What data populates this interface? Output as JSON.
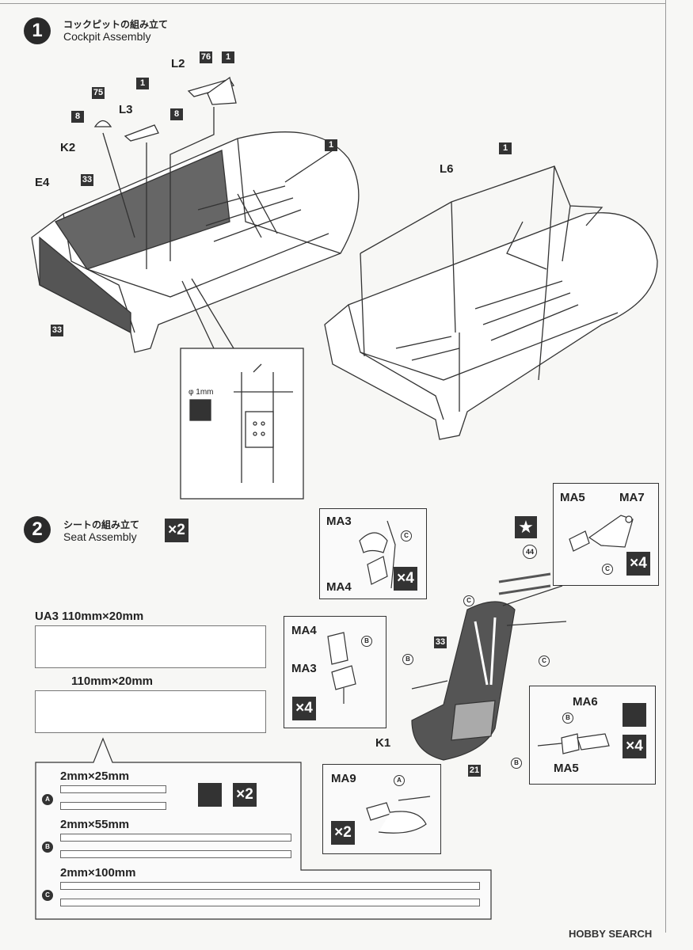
{
  "step1": {
    "number": "1",
    "title_jp": "コックピットの組み立て",
    "title_en": "Cockpit Assembly",
    "parts": {
      "L2": "L2",
      "L3": "L3",
      "K2": "K2",
      "E4": "E4",
      "L6": "L6"
    },
    "badges": {
      "b76": "76",
      "b1a": "1",
      "b1b": "1",
      "b75": "75",
      "b8a": "8",
      "b8b": "8",
      "b33a": "33",
      "b33b": "33",
      "b1c": "1",
      "b1d": "1"
    },
    "drill_label": "φ 1mm"
  },
  "step2": {
    "number": "2",
    "title_jp": "シートの組み立て",
    "title_en": "Seat Assembly",
    "qty": "×2",
    "panel_a": {
      "top": "MA3",
      "bottom": "MA4",
      "mark": "C",
      "qty": "×4"
    },
    "panel_b": {
      "top": "MA5",
      "right": "MA7",
      "mark": "C",
      "qty": "×4"
    },
    "panel_c": {
      "top": "MA4",
      "mid": "MA3",
      "mark": "B",
      "qty": "×4"
    },
    "panel_d": {
      "top": "MA6",
      "bottom": "MA5",
      "mark": "B",
      "qty": "×4"
    },
    "panel_e": {
      "top": "MA9",
      "mark": "A",
      "qty": "×2"
    },
    "seat": {
      "k1": "K1",
      "b33": "33",
      "b21": "21",
      "b44": "44",
      "c1": "C",
      "c2": "C",
      "b1": "B",
      "b2": "B"
    },
    "tape_ua3": "UA3  110mm×20mm",
    "tape_2": "110mm×20mm",
    "strip_a": {
      "dim": "2mm×25mm",
      "mark": "A",
      "qty": "×2"
    },
    "strip_b": {
      "dim": "2mm×55mm",
      "mark": "B"
    },
    "strip_c": {
      "dim": "2mm×100mm",
      "mark": "C"
    }
  },
  "watermark": "HOBBY SEARCH"
}
